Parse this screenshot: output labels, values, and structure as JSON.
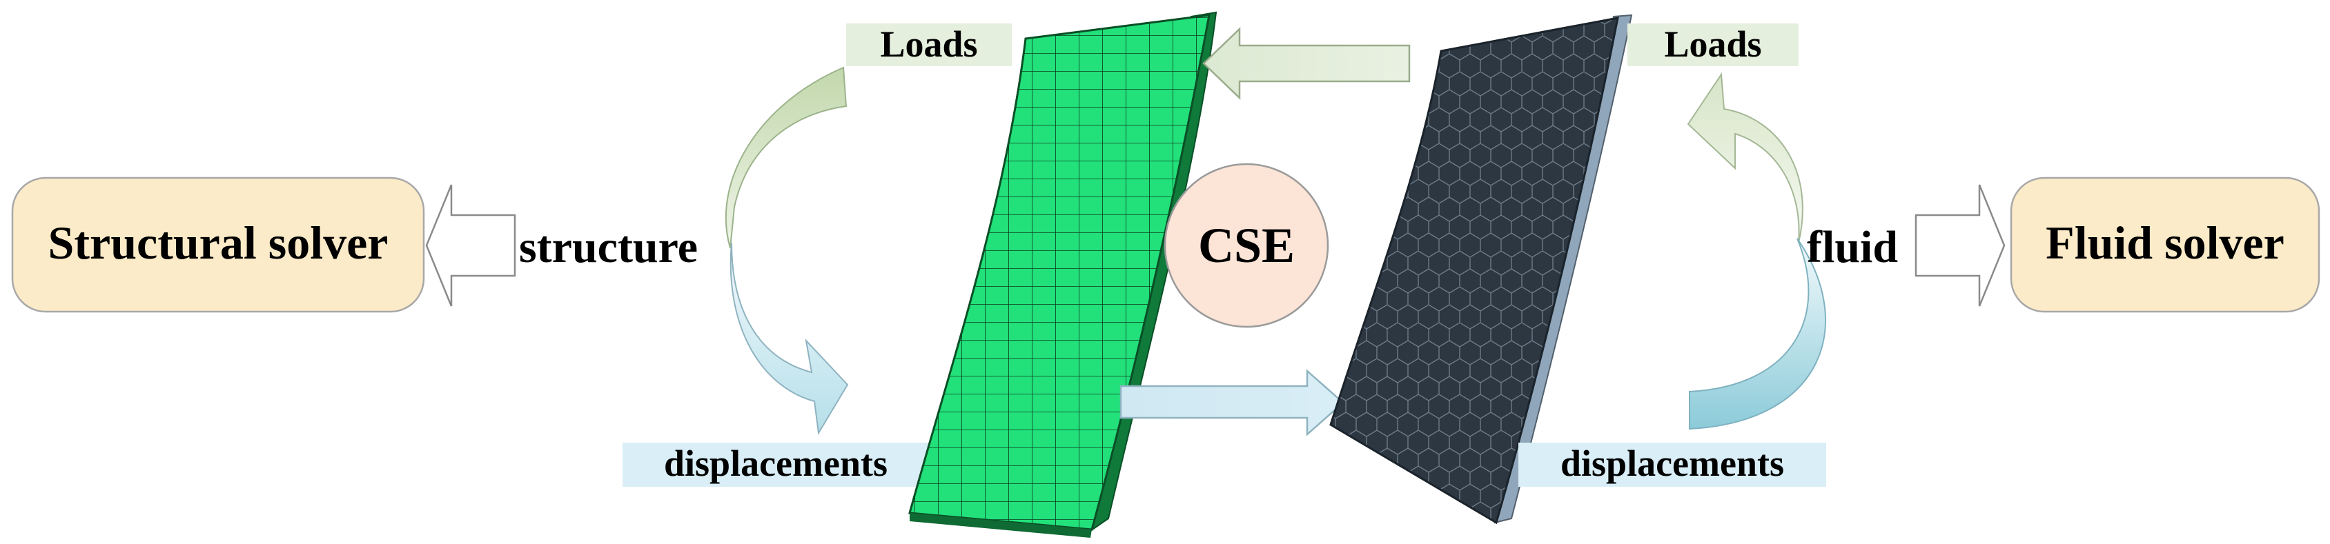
{
  "solvers": {
    "structural": "Structural solver",
    "fluid": "Fluid solver"
  },
  "side_labels": {
    "structure": "structure",
    "fluid": "fluid"
  },
  "tags": {
    "loads_left": "Loads",
    "loads_right": "Loads",
    "disp_left": "displacements",
    "disp_right": "displacements"
  },
  "center": {
    "label": "CSE"
  },
  "colors": {
    "solver_fill": "#fcebc8",
    "cse_fill": "#fce4d6",
    "structural_mesh": "#22e07a",
    "fluid_mesh": "#2b3540",
    "loads_tag": "#e5efdd",
    "disp_tag": "#d9eef6"
  }
}
